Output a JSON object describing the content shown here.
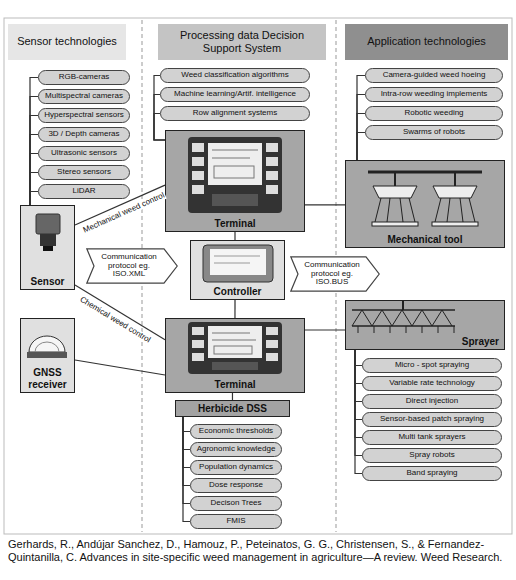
{
  "diagram": {
    "caption": "Gerhards, R., Andújar Sanchez, D., Hamouz, P., Peteinatos, G. G., Christensen, S., & Fernandez-Quintanilla, C. Advances in site-specific weed management in agriculture—A review. Weed Research.",
    "nodes": [
      {
        "text": [
          "Sensor technologies"
        ]
      },
      {
        "text": [
          "Processing data Decision Support System"
        ]
      },
      {
        "text": [
          "Application technologies"
        ]
      },
      {
        "text": [
          "RGB-cameras"
        ]
      },
      {
        "text": [
          "Multispectral cameras"
        ]
      },
      {
        "text": [
          "Hyperspectral sensors"
        ]
      },
      {
        "text": [
          "3D / Depth cameras"
        ]
      },
      {
        "text": [
          "Ultrasonic sensors"
        ]
      },
      {
        "text": [
          "Stereo sensors"
        ]
      },
      {
        "text": [
          "LiDAR"
        ]
      },
      {
        "text": [
          "Weed classification algorithms"
        ]
      },
      {
        "text": [
          "Machine learning/Artif. intelligence"
        ]
      },
      {
        "text": [
          "Row alignment systems"
        ]
      },
      {
        "text": [
          "Camera-guided weed hoeing"
        ]
      },
      {
        "text": [
          "Intra-row weeding implements"
        ]
      },
      {
        "text": [
          "Robotic weeding"
        ]
      },
      {
        "text": [
          "Swarms of robots"
        ]
      },
      {
        "text": [
          "Terminal"
        ]
      },
      {
        "text": [
          "Mechanical tool"
        ]
      },
      {
        "text": [
          "Sensor"
        ]
      },
      {
        "text": [
          "Communication protocol eg. ISO.XML"
        ]
      },
      {
        "text": [
          "Controller"
        ]
      },
      {
        "text": [
          "Communication protocol eg. ISO.BUS"
        ]
      },
      {
        "text": [
          "GNSS receiver"
        ]
      },
      {
        "text": [
          "Terminal"
        ]
      },
      {
        "text": [
          "Sprayer"
        ]
      },
      {
        "text": [
          "Herbicide DSS"
        ]
      },
      {
        "text": [
          "Economic thresholds"
        ]
      },
      {
        "text": [
          "Agronomic knowledge"
        ]
      },
      {
        "text": [
          "Population dynamics"
        ]
      },
      {
        "text": [
          "Dose response"
        ]
      },
      {
        "text": [
          "Decison Trees"
        ]
      },
      {
        "text": [
          "FMIS"
        ]
      },
      {
        "text": [
          "Micro - spot spraying"
        ]
      },
      {
        "text": [
          "Variable rate technology"
        ]
      },
      {
        "text": [
          "Direct injection"
        ]
      },
      {
        "text": [
          "Sensor-based patch spraying"
        ]
      },
      {
        "text": [
          "Multi tank sprayers"
        ]
      },
      {
        "text": [
          "Spray robots"
        ]
      },
      {
        "text": [
          "Band spraying"
        ]
      }
    ],
    "edges": [
      {
        "from": 19,
        "to": 17,
        "arrow": "none",
        "label": "Mechanical weed control"
      },
      {
        "from": 19,
        "to": 24,
        "arrow": "none",
        "label": "Chemical weed control"
      },
      {
        "from": 23,
        "to": 24,
        "arrow": "none"
      },
      {
        "from": 17,
        "to": 21,
        "arrow": "none"
      },
      {
        "from": 21,
        "to": 24,
        "arrow": "none"
      },
      {
        "from": 17,
        "to": 18,
        "arrow": "none"
      },
      {
        "from": 24,
        "to": 25,
        "arrow": "none"
      },
      {
        "from": 26,
        "to": 24,
        "arrow": "none"
      },
      {
        "from": 3,
        "to": 19,
        "arrow": "none"
      },
      {
        "from": 4,
        "to": 19,
        "arrow": "none"
      },
      {
        "from": 5,
        "to": 19,
        "arrow": "none"
      },
      {
        "from": 6,
        "to": 19,
        "arrow": "none"
      },
      {
        "from": 7,
        "to": 19,
        "arrow": "none"
      },
      {
        "from": 8,
        "to": 19,
        "arrow": "none"
      },
      {
        "from": 9,
        "to": 19,
        "arrow": "none"
      },
      {
        "from": 10,
        "to": 17,
        "arrow": "none"
      },
      {
        "from": 11,
        "to": 17,
        "arrow": "none"
      },
      {
        "from": 12,
        "to": 17,
        "arrow": "none"
      },
      {
        "from": 13,
        "to": 18,
        "arrow": "none"
      },
      {
        "from": 14,
        "to": 18,
        "arrow": "none"
      },
      {
        "from": 15,
        "to": 18,
        "arrow": "none"
      },
      {
        "from": 16,
        "to": 18,
        "arrow": "none"
      },
      {
        "from": 27,
        "to": 26,
        "arrow": "none"
      },
      {
        "from": 28,
        "to": 26,
        "arrow": "none"
      },
      {
        "from": 29,
        "to": 26,
        "arrow": "none"
      },
      {
        "from": 30,
        "to": 26,
        "arrow": "none"
      },
      {
        "from": 31,
        "to": 26,
        "arrow": "none"
      },
      {
        "from": 32,
        "to": 26,
        "arrow": "none"
      },
      {
        "from": 33,
        "to": 25,
        "arrow": "none"
      },
      {
        "from": 34,
        "to": 25,
        "arrow": "none"
      },
      {
        "from": 35,
        "to": 25,
        "arrow": "none"
      },
      {
        "from": 36,
        "to": 25,
        "arrow": "none"
      },
      {
        "from": 37,
        "to": 25,
        "arrow": "none"
      },
      {
        "from": 38,
        "to": 25,
        "arrow": "none"
      },
      {
        "from": 39,
        "to": 25,
        "arrow": "none"
      }
    ]
  }
}
